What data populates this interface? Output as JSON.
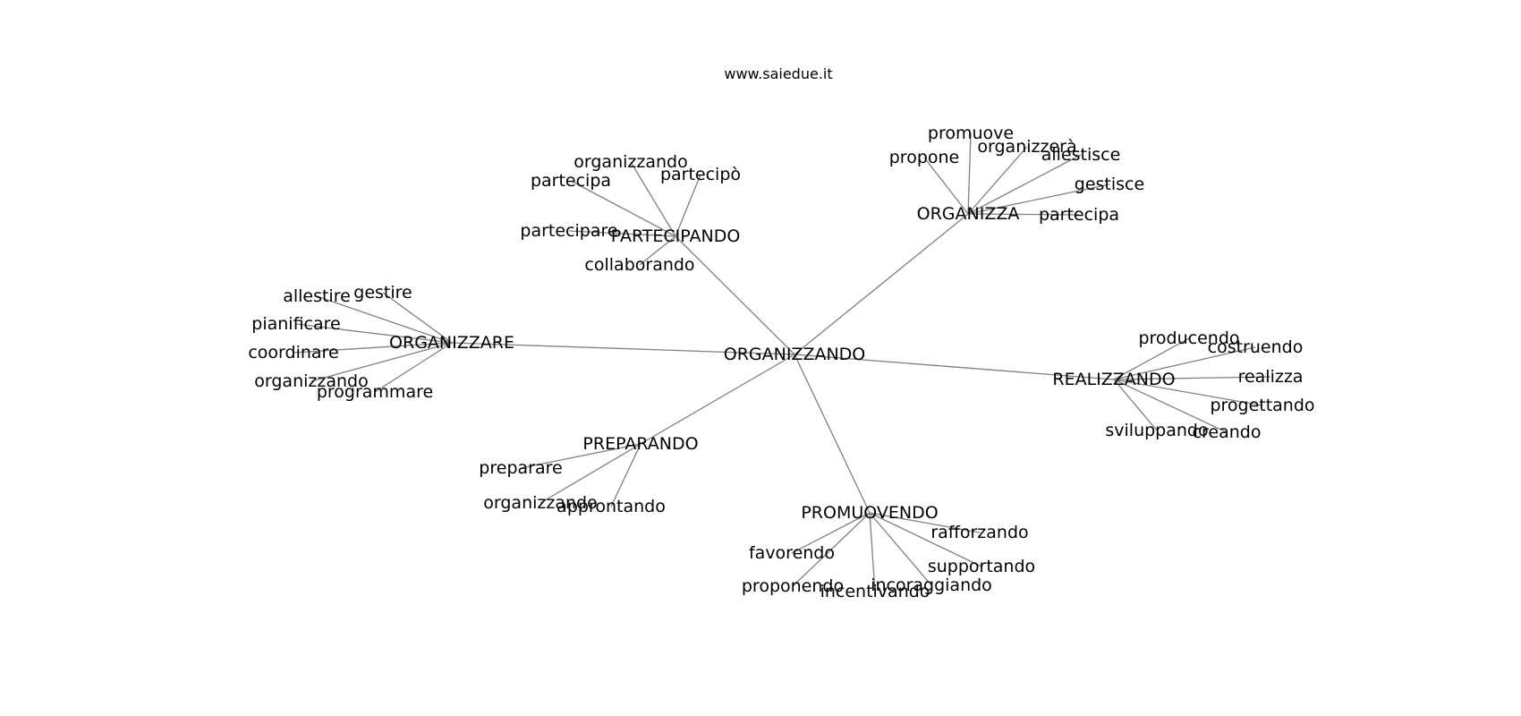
{
  "site_label": "www.saiedue.it",
  "root": {
    "label": "ORGANIZZANDO"
  },
  "branches": [
    {
      "label": "PARTECIPANDO",
      "children": [
        "organizzando",
        "partecipa",
        "partecipò",
        "partecipare",
        "collaborando"
      ]
    },
    {
      "label": "ORGANIZZA",
      "children": [
        "promuove",
        "propone",
        "organizzerà",
        "allestisce",
        "gestisce",
        "partecipa"
      ]
    },
    {
      "label": "ORGANIZZARE",
      "children": [
        "allestire",
        "gestire",
        "pianificare",
        "coordinare",
        "organizzando",
        "programmare"
      ]
    },
    {
      "label": "REALIZZANDO",
      "children": [
        "producendo",
        "costruendo",
        "realizza",
        "progettando",
        "sviluppando",
        "creando"
      ]
    },
    {
      "label": "PREPARANDO",
      "children": [
        "preparare",
        "organizzando",
        "approntando"
      ]
    },
    {
      "label": "PROMUOVENDO",
      "children": [
        "rafforzando",
        "favorendo",
        "supportando",
        "proponendo",
        "incoraggiando",
        "incentivando"
      ]
    }
  ],
  "colors": {
    "edge": "#808080",
    "text": "#000000",
    "background": "#ffffff"
  }
}
